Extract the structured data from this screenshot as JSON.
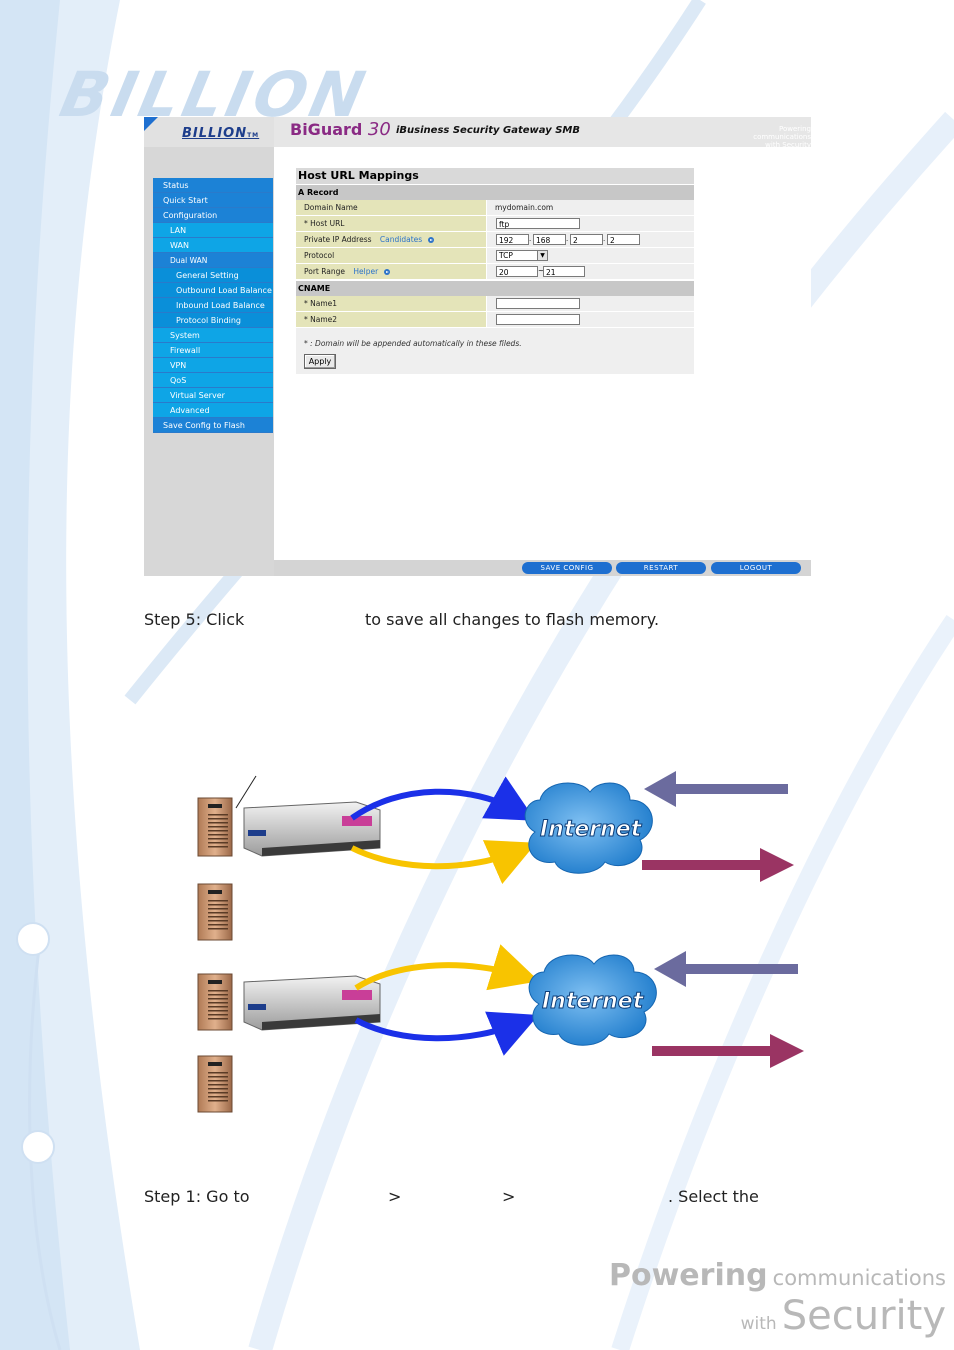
{
  "brand": {
    "logo_text": "BILLION",
    "footer_line1_a": "Powering",
    "footer_line1_b": "communications",
    "footer_line2_a": "with",
    "footer_line2_b": "Security"
  },
  "app": {
    "logo": "BILLION",
    "logo_tm": "TM",
    "product_name": "BiGuard",
    "product_num": "30",
    "product_subtitle": "iBusiness Security Gateway SMB",
    "tagline_a": "Powering communications",
    "tagline_b": "with Security",
    "menu": [
      {
        "label": "Status",
        "level": "top"
      },
      {
        "label": "Quick Start",
        "level": "top"
      },
      {
        "label": "Configuration",
        "level": "top"
      },
      {
        "label": "LAN",
        "level": "l1"
      },
      {
        "label": "WAN",
        "level": "l1"
      },
      {
        "label": "Dual WAN",
        "level": "l2"
      },
      {
        "label": "General Setting",
        "level": "l3"
      },
      {
        "label": "Outbound Load Balance",
        "level": "l3"
      },
      {
        "label": "Inbound Load Balance",
        "level": "l3"
      },
      {
        "label": "Protocol Binding",
        "level": "l3"
      },
      {
        "label": "System",
        "level": "l1"
      },
      {
        "label": "Firewall",
        "level": "l1"
      },
      {
        "label": "VPN",
        "level": "l1"
      },
      {
        "label": "QoS",
        "level": "l1"
      },
      {
        "label": "Virtual Server",
        "level": "l1"
      },
      {
        "label": "Advanced",
        "level": "l1"
      },
      {
        "label": "Save Config to Flash",
        "level": "top"
      }
    ],
    "panel": {
      "title": "Host URL Mappings",
      "section_a": "A Record",
      "domain_label": "Domain Name",
      "domain_value": "mydomain.com",
      "host_url_label": "* Host URL",
      "host_url_value": "ftp",
      "private_ip_label": "Private IP Address",
      "candidates_link": "Candidates",
      "ip": [
        "192",
        "168",
        "2",
        "2"
      ],
      "protocol_label": "Protocol",
      "protocol_value": "TCP",
      "port_range_label": "Port Range",
      "helper_link": "Helper",
      "port_from": "20",
      "port_sep": "~",
      "port_to": "21",
      "section_cname": "CNAME",
      "name1_label": "* Name1",
      "name1_value": "",
      "name2_label": "* Name2",
      "name2_value": "",
      "note": "* : Domain will be appended automatically in these fileds.",
      "apply_label": "Apply"
    },
    "buttons": {
      "save_config": "SAVE CONFIG",
      "restart": "RESTART",
      "logout": "LOGOUT"
    }
  },
  "text": {
    "step5_a": "Step 5: Click",
    "step5_b": "to save all changes to flash memory.",
    "step1_a": "Step 1: Go to",
    "step1_gt1": ">",
    "step1_gt2": ">",
    "step1_b": ". Select the"
  },
  "diagram": {
    "internet_label": "Internet"
  }
}
